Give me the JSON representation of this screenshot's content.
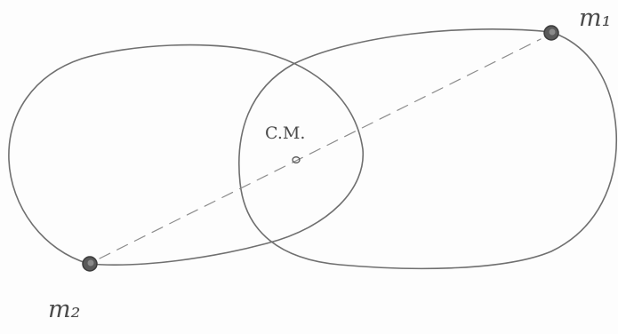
{
  "labels": {
    "mass1": "m₁",
    "mass2": "m₂",
    "center_of_mass": "C.M."
  },
  "colors": {
    "line": "#6f6f6f",
    "dash": "#8c8c8c",
    "mass_fill": "#5a5a5a",
    "text": "#4a4a4a"
  }
}
